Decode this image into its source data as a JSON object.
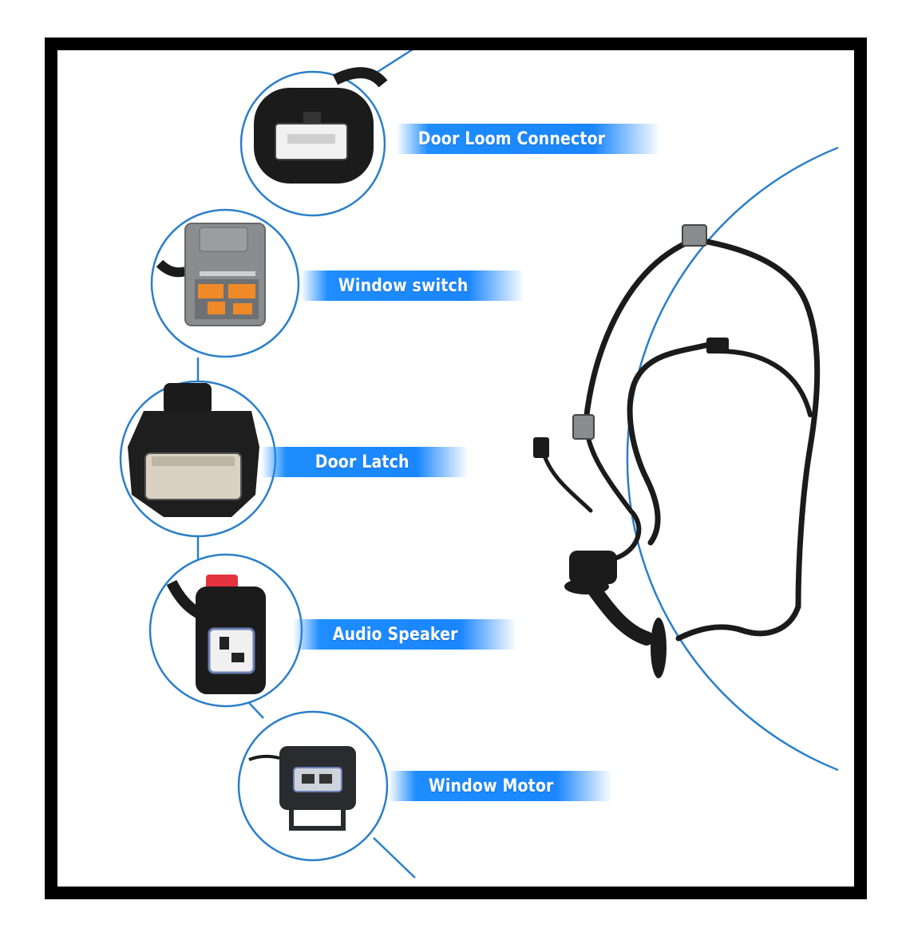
{
  "labels": {
    "door_loom": "Door Loom Connector",
    "window_switch": "Window switch",
    "door_latch": "Door Latch",
    "audio_speaker": "Audio Speaker",
    "window_motor": "Window Motor"
  },
  "colors": {
    "accent": "#1e8dff",
    "ring": "#2b7fc9",
    "frame": "#000000",
    "connector_gray": "#8a8d90",
    "connector_orange": "#f08a28",
    "connector_black": "#1b1b1b",
    "latch_red": "#e3343f"
  }
}
